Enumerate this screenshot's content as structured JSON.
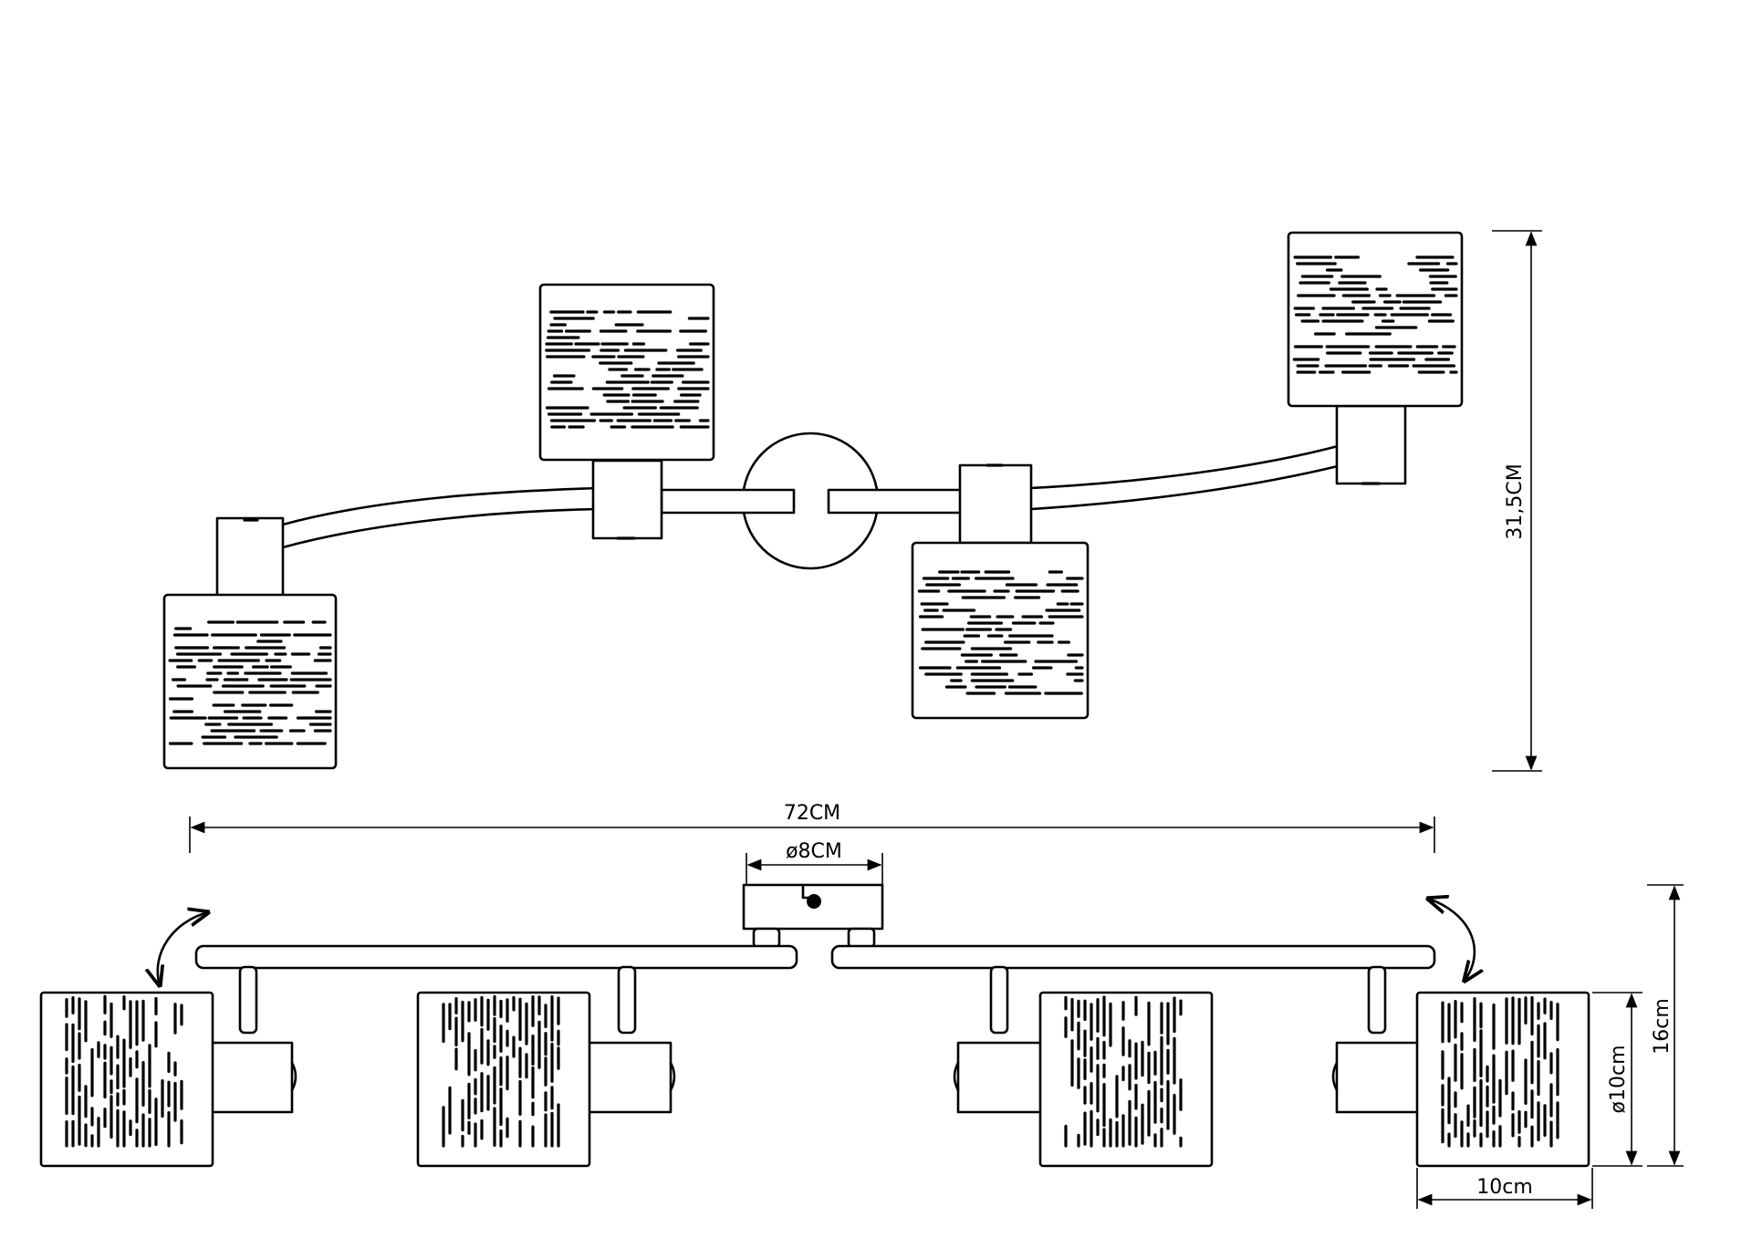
{
  "dimensions": {
    "height_top": "31,5CM",
    "total_width": "72CM",
    "base_diameter": "ø8CM",
    "height_side": "16cm",
    "shade_diameter": "ø10cm",
    "shade_width": "10cm"
  }
}
